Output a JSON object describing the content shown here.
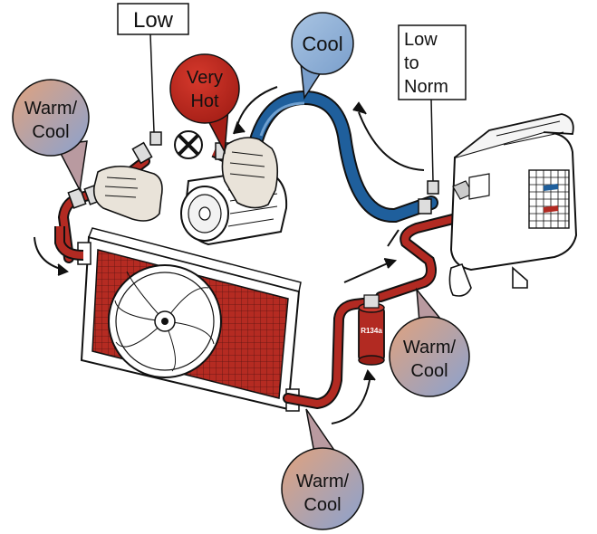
{
  "labels": {
    "low": "Low",
    "very_hot_line1": "Very",
    "very_hot_line2": "Hot",
    "cool": "Cool",
    "low_to_norm_line1": "Low",
    "low_to_norm_line2": "to",
    "low_to_norm_line3": "Norm",
    "warm_cool_left_line1": "Warm/",
    "warm_cool_left_line2": "Cool",
    "warm_cool_right_line1": "Warm/",
    "warm_cool_right_line2": "Cool",
    "warm_cool_bottom_line1": "Warm/",
    "warm_cool_bottom_line2": "Cool"
  },
  "colors": {
    "hot_line": "#b22a22",
    "cool_line": "#1f5f9c",
    "hot_bubble": "#c0281e",
    "cool_bubble": "#8fb3d6",
    "warm_bubble_a": "#d9a080",
    "warm_bubble_b": "#8fa6cf"
  },
  "icons": {
    "compressor": "ac-compressor-icon",
    "condenser": "condenser-icon",
    "evaporator": "evaporator-icon",
    "receiver_drier": "receiver-drier-icon",
    "expansion": "blocked-valve-icon"
  }
}
